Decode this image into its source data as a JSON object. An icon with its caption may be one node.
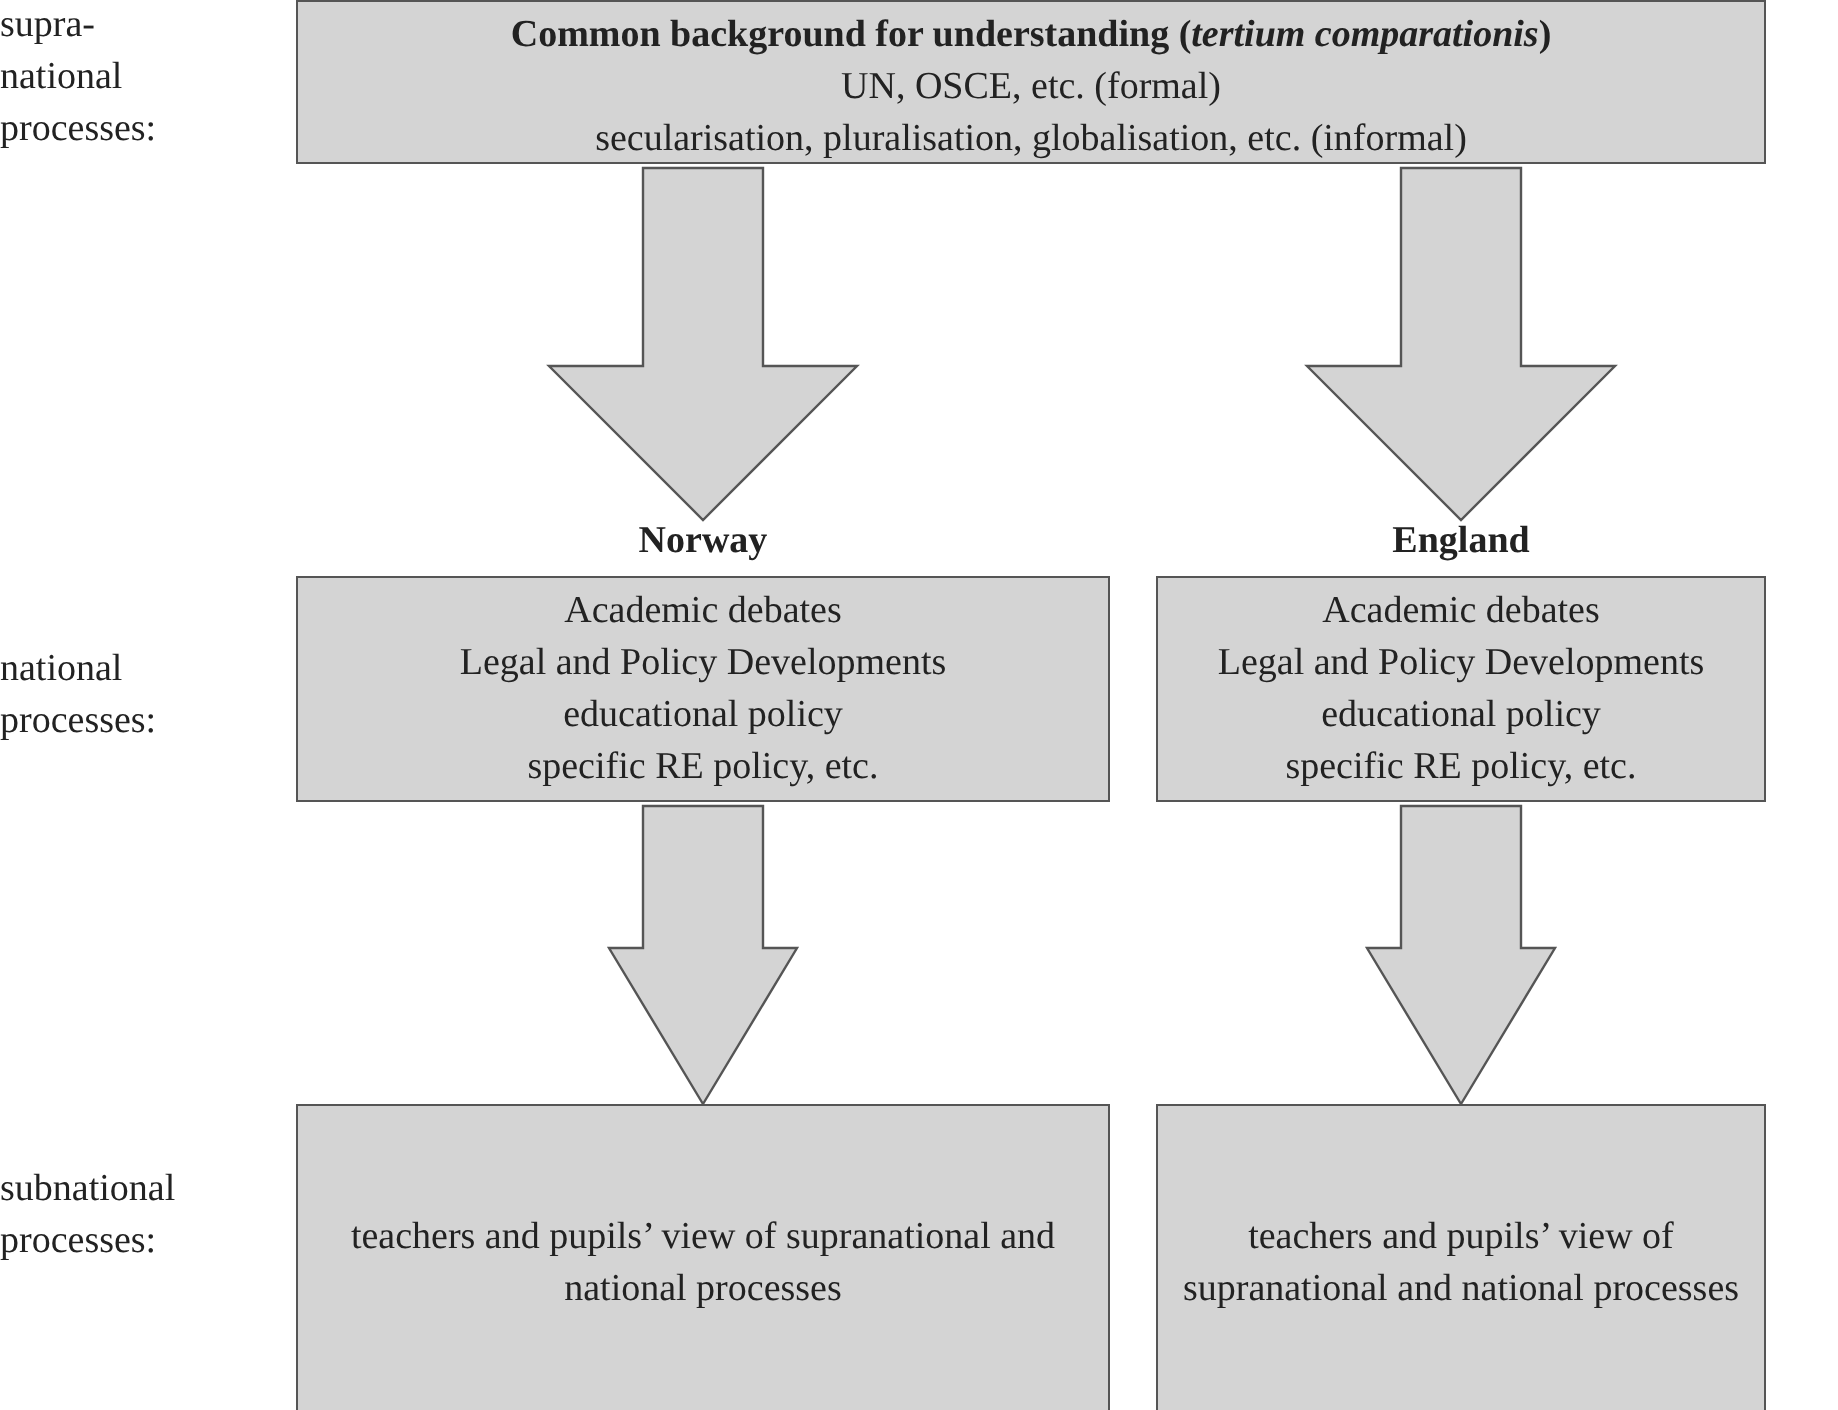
{
  "diagram": {
    "nodes": [
      {
        "text": [
          "Common background for understanding (*tertium comparationis*)",
          "UN, OSCE, etc. (formal)",
          "secularisation, pluralisation, globalisation, etc. (informal)"
        ]
      },
      {
        "text": [
          "Academic debates",
          "Legal and Policy Developments",
          "educational policy",
          "specific RE policy, etc."
        ],
        "beside": [
          "Norway"
        ]
      },
      {
        "text": [
          "Academic debates",
          "Legal and Policy Developments",
          "educational policy",
          "specific RE policy, etc."
        ],
        "beside": [
          "England"
        ]
      },
      {
        "text": [
          "teachers and pupils’ view of supranational and national processes"
        ]
      },
      {
        "text": [
          "teachers and pupils’ view of supranational and national processes"
        ]
      }
    ],
    "edges": [
      {
        "from": 0,
        "to": 1,
        "arrow": "to"
      },
      {
        "from": 0,
        "to": 2,
        "arrow": "to"
      },
      {
        "from": 1,
        "to": 3,
        "arrow": "to"
      },
      {
        "from": 2,
        "to": 4,
        "arrow": "to"
      }
    ],
    "labels": [
      "supra- national processes:",
      "national processes:",
      "subnational processes:"
    ]
  }
}
